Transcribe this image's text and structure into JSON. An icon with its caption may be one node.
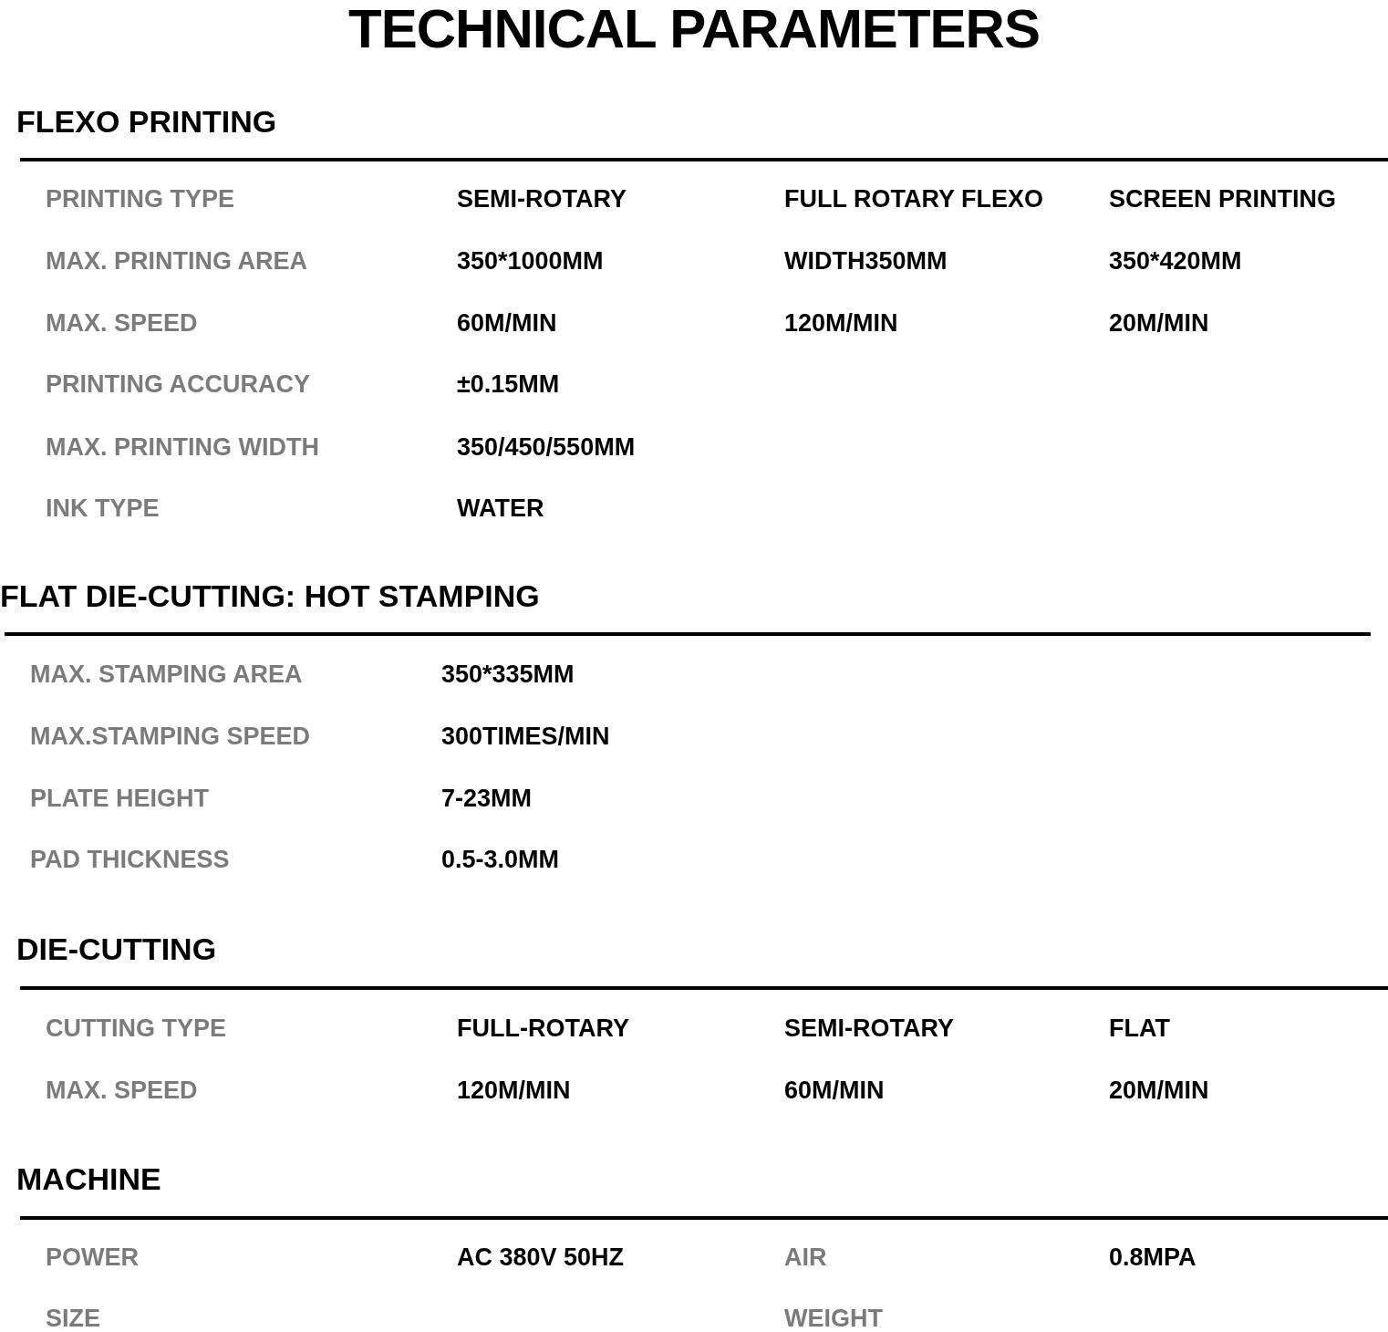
{
  "diagram": {
    "title": "TECHNICAL PARAMETERS",
    "labels": [
      "FLEXO PRINTING",
      "PRINTING TYPE",
      "SEMI-ROTARY",
      "FULL ROTARY FLEXO",
      "SCREEN PRINTING",
      "MAX. PRINTING AREA",
      "350*1000MM",
      "WIDTH350MM",
      "350*420MM",
      "MAX. SPEED",
      "60M/MIN",
      "120M/MIN",
      "20M/MIN",
      "PRINTING ACCURACY",
      "±0.15MM",
      "MAX. PRINTING WIDTH",
      "350/450/550MM",
      "INK TYPE",
      "WATER",
      "FLAT DIE-CUTTING: HOT STAMPING",
      "MAX. STAMPING AREA",
      "350*335MM",
      "MAX.STAMPING SPEED",
      "300TIMES/MIN",
      "PLATE HEIGHT",
      "7-23MM",
      "PAD THICKNESS",
      "0.5-3.0MM",
      "DIE-CUTTING",
      "CUTTING TYPE",
      "FULL-ROTARY",
      "SEMI-ROTARY",
      "FLAT",
      "MAX. SPEED",
      "120M/MIN",
      "60M/MIN",
      "20M/MIN",
      "MACHINE",
      "POWER",
      "AC 380V 50HZ",
      "AIR",
      "0.8MPA",
      "SIZE",
      "WEIGHT"
    ]
  }
}
